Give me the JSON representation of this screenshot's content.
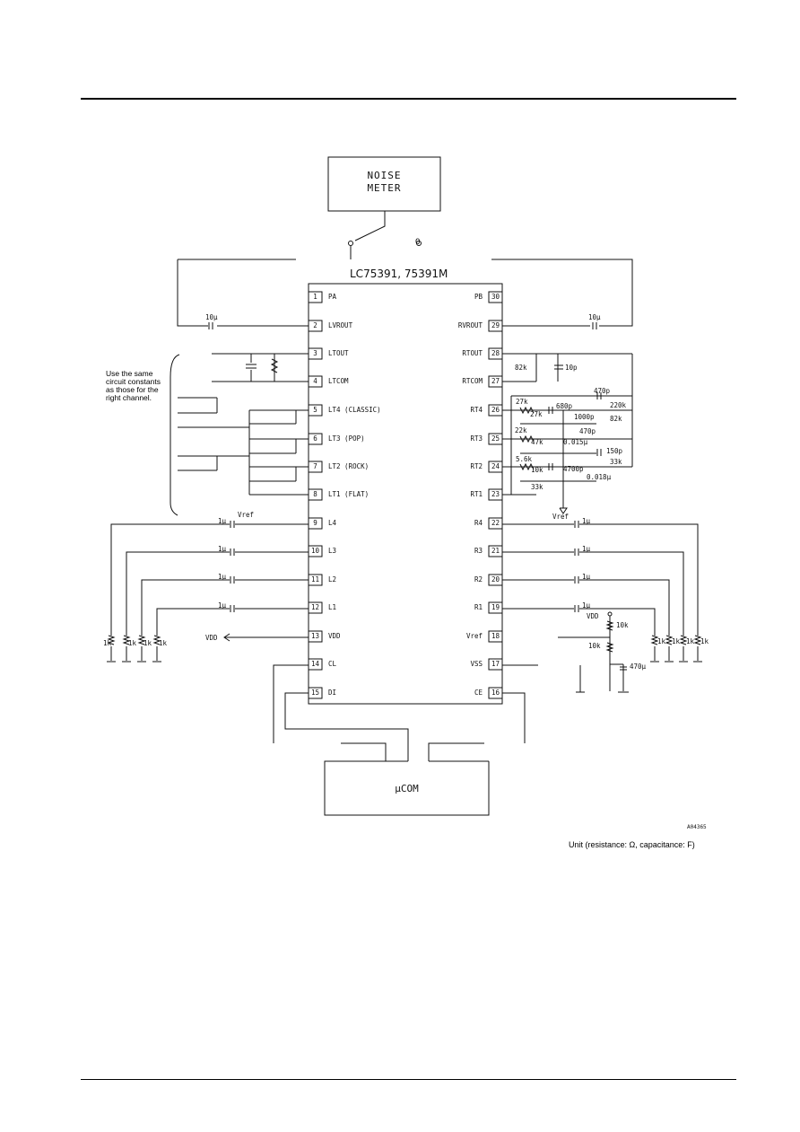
{
  "ic_title": "LC75391, 75391M",
  "noise_meter": [
    "NOISE",
    "METER"
  ],
  "switch_label": "O",
  "mcom_label": "μCOM",
  "left_note": [
    "Use the same",
    "circuit constants",
    "as those for the",
    "right channel."
  ],
  "unit_text": "Unit (resistance: Ω, capacitance: F)",
  "figure_code": "A04365",
  "vdd_arrow_label": "VDD",
  "left_pins": [
    {
      "num": "1",
      "name": "PA"
    },
    {
      "num": "2",
      "name": "LVROUT"
    },
    {
      "num": "3",
      "name": "LTOUT"
    },
    {
      "num": "4",
      "name": "LTCOM"
    },
    {
      "num": "5",
      "name": "LT4 (CLASSIC)"
    },
    {
      "num": "6",
      "name": "LT3 (POP)"
    },
    {
      "num": "7",
      "name": "LT2 (ROCK)"
    },
    {
      "num": "8",
      "name": "LT1 (FLAT)"
    },
    {
      "num": "9",
      "name": "L4"
    },
    {
      "num": "10",
      "name": "L3"
    },
    {
      "num": "11",
      "name": "L2"
    },
    {
      "num": "12",
      "name": "L1"
    },
    {
      "num": "13",
      "name": "VDD"
    },
    {
      "num": "14",
      "name": "CL"
    },
    {
      "num": "15",
      "name": "DI"
    }
  ],
  "right_pins": [
    {
      "num": "30",
      "name": "PB"
    },
    {
      "num": "29",
      "name": "RVROUT"
    },
    {
      "num": "28",
      "name": "RTOUT"
    },
    {
      "num": "27",
      "name": "RTCOM"
    },
    {
      "num": "26",
      "name": "RT4"
    },
    {
      "num": "25",
      "name": "RT3"
    },
    {
      "num": "24",
      "name": "RT2"
    },
    {
      "num": "23",
      "name": "RT1"
    },
    {
      "num": "22",
      "name": "R4"
    },
    {
      "num": "21",
      "name": "R3"
    },
    {
      "num": "20",
      "name": "R2"
    },
    {
      "num": "19",
      "name": "R1"
    },
    {
      "num": "18",
      "name": "Vref"
    },
    {
      "num": "17",
      "name": "VSS"
    },
    {
      "num": "16",
      "name": "CE"
    }
  ],
  "components": {
    "c_lvrout": "10µ",
    "c_rvrout": "10µ",
    "r_82k": "82k",
    "c_10p": "10p",
    "r_27k_a": "27k",
    "r_27k_b": "27k",
    "c_680p": "680p",
    "c_1000p": "1000p",
    "c_470p_a": "470p",
    "c_470p_b": "470p",
    "r_220k": "220k",
    "r_82k_b": "82k",
    "r_22k": "22k",
    "r_47k": "47k",
    "c_0015": "0.015µ",
    "r_5_6k": "5.6k",
    "r_10k_rt": "10k",
    "c_4700p": "4700p",
    "c_150p": "150p",
    "r_33k": "33k",
    "c_001": "0.018µ",
    "r_33k_b": "33k",
    "vref_right": "Vref",
    "vref_left": "Vref",
    "c_1u_l4": "1µ",
    "c_1u_l3": "1µ",
    "c_1u_l2": "1µ",
    "c_1u_l1": "1µ",
    "c_1u_r4": "1µ",
    "c_1u_r3": "1µ",
    "c_1u_r2": "1µ",
    "c_1u_r1": "1µ",
    "r_1k_left": [
      "1k",
      "1k",
      "1k",
      "1k"
    ],
    "r_1k_right": [
      "1k",
      "1k",
      "1k",
      "1k"
    ],
    "vdd_right": "VDD",
    "r_10k_a": "10k",
    "r_10k_b": "10k",
    "c_470u": "470µ"
  }
}
